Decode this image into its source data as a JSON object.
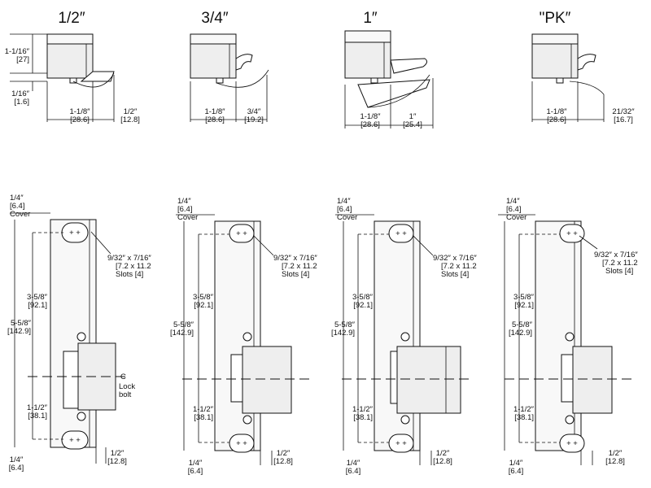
{
  "top_views": [
    {
      "title": "1/2″",
      "height_dim": "1-1/16″",
      "height_mm": "[27]",
      "offset_dim": "1/16″",
      "offset_mm": "[1.6]",
      "width_dim": "1-1/8″",
      "width_mm": "[28.6]",
      "bolt_dim": "1/2″",
      "bolt_mm": "[12.8]"
    },
    {
      "title": "3/4″",
      "width_dim": "1-1/8″",
      "width_mm": "[28.6]",
      "bolt_dim": "3/4″",
      "bolt_mm": "[19.2]"
    },
    {
      "title": "1″",
      "width_dim": "1-1/8″",
      "width_mm": "[28.6]",
      "bolt_dim": "1″",
      "bolt_mm": "[25.4]"
    },
    {
      "title": "\"PK″",
      "width_dim": "1-1/8″",
      "width_mm": "[28.6]",
      "bolt_dim": "21/32″",
      "bolt_mm": "[16.7]"
    }
  ],
  "front_views": [
    {
      "cover_dim": "1/4″",
      "cover_mm": "[6.4]",
      "cover_label": "Cover",
      "slot_dim": "9/32″ x 7/16″",
      "slot_mm": "[7.2 x 11.2",
      "slot_count": "Slots [4]",
      "slot_spacing_dim": "3-5/8″",
      "slot_spacing_mm": "[92.1]",
      "total_dim": "5-5/8″",
      "total_mm": "[142.9]",
      "lower_dim": "1-1/2″",
      "lower_mm": "[38.1]",
      "bottom_dim": "1/4″",
      "bottom_mm": "[6.4]",
      "face_dim": "1/2″",
      "face_mm": "[12.8]",
      "cl_symbol": "C",
      "lock_label_1": "Lock",
      "lock_label_2": "bolt"
    },
    {
      "cover_dim": "1/4″",
      "cover_mm": "[6.4]",
      "cover_label": "Cover",
      "slot_dim": "9/32″ x 7/16″",
      "slot_mm": "[7.2 x 11.2",
      "slot_count": "Slots [4]",
      "slot_spacing_dim": "3-5/8″",
      "slot_spacing_mm": "[92.1]",
      "total_dim": "5-5/8″",
      "total_mm": "[142.9]",
      "lower_dim": "1-1/2″",
      "lower_mm": "[38.1]",
      "bottom_dim": "1/4″",
      "bottom_mm": "[6.4]",
      "face_dim": "1/2″",
      "face_mm": "[12.8]"
    },
    {
      "cover_dim": "1/4″",
      "cover_mm": "[6.4]",
      "cover_label": "Cover",
      "slot_dim": "9/32″ x 7/16″",
      "slot_mm": "[7.2 x 11.2",
      "slot_count": "Slots [4]",
      "slot_spacing_dim": "3-5/8″",
      "slot_spacing_mm": "[92.1]",
      "total_dim": "5-5/8″",
      "total_mm": "[142.9]",
      "lower_dim": "1-1/2″",
      "lower_mm": "[38.1]",
      "bottom_dim": "1/4″",
      "bottom_mm": "[6.4]",
      "face_dim": "1/2″",
      "face_mm": "[12.8]"
    },
    {
      "cover_dim": "1/4″",
      "cover_mm": "[6.4]",
      "cover_label": "Cover",
      "slot_dim": "9/32″ x 7/16″",
      "slot_mm": "[7.2 x 11.2",
      "slot_count": "Slots [4]",
      "slot_spacing_dim": "3-5/8″",
      "slot_spacing_mm": "[92.1]",
      "total_dim": "5-5/8″",
      "total_mm": "[142.9]",
      "lower_dim": "1-1/2″",
      "lower_mm": "[38.1]",
      "bottom_dim": "1/4″",
      "bottom_mm": "[6.4]",
      "face_dim": "1/2″",
      "face_mm": "[12.8]"
    }
  ]
}
